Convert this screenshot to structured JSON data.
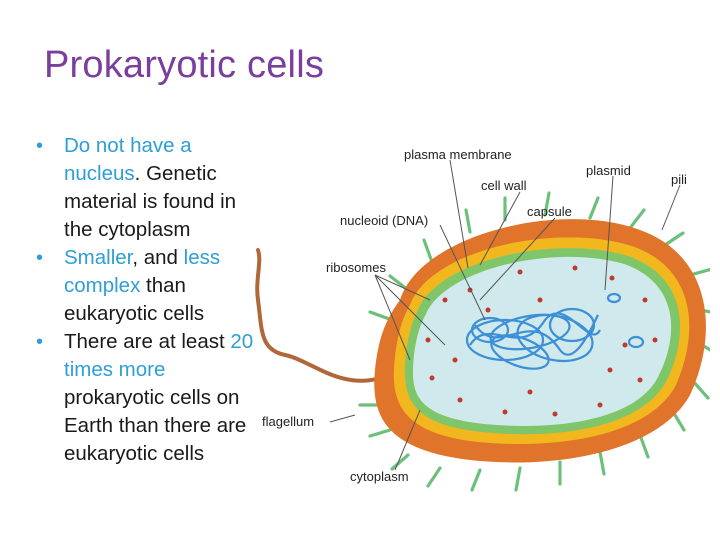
{
  "title": "Prokaryotic cells",
  "bullets": [
    {
      "parts": [
        {
          "text": "Do not have a nucleus",
          "highlight": true
        },
        {
          "text": ". Genetic material is found in the cytoplasm",
          "highlight": false
        }
      ]
    },
    {
      "parts": [
        {
          "text": "Smaller",
          "highlight": true
        },
        {
          "text": ", and ",
          "highlight": false
        },
        {
          "text": "less complex",
          "highlight": true
        },
        {
          "text": " than eukaryotic cells",
          "highlight": false
        }
      ]
    },
    {
      "parts": [
        {
          "text": "There are at least ",
          "highlight": false
        },
        {
          "text": "20 times more",
          "highlight": true
        },
        {
          "text": " prokaryotic cells on Earth than there are eukaryotic cells",
          "highlight": false
        }
      ]
    }
  ],
  "diagram_labels": {
    "plasma_membrane": "plasma membrane",
    "plasmid": "plasmid",
    "pili": "pili",
    "cell_wall": "cell wall",
    "capsule": "capsule",
    "nucleoid": "nucleoid (DNA)",
    "ribosomes": "ribosomes",
    "flagellum": "flagellum",
    "cytoplasm": "cytoplasm"
  },
  "colors": {
    "title": "#7a3e9d",
    "highlight": "#2e9fd6",
    "capsule": "#e0742a",
    "cell_wall": "#f2b71e",
    "membrane": "#7fc66a",
    "cytoplasm": "#cfe9ec",
    "dna": "#3d8fd6",
    "ribosome": "#c0392b",
    "pili": "#6cc07a",
    "flagellum": "#b0683a"
  }
}
